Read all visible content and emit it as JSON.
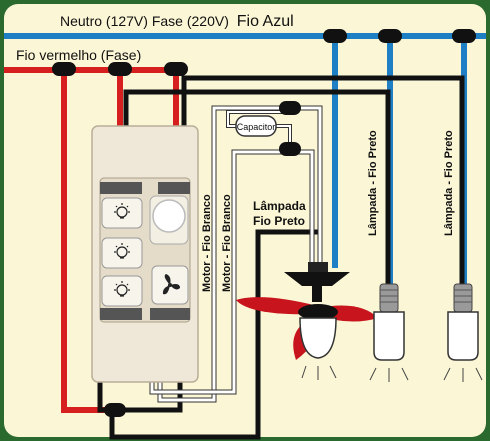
{
  "labels": {
    "neutral_line": "Neutro (127V) Fase (220V)",
    "neutral_line_suffix": "Fio Azul",
    "red_wire": "Fio vermelho (Fase)",
    "capacitor": "Capacitor",
    "motor_wire_1": "Motor - Fio Branco",
    "motor_wire_2": "Motor - Fio Branco",
    "lamp_line1": "Lâmpada",
    "lamp_line2": "Fio Preto",
    "lamp_wire_a": "Lâmpada - Fio Preto",
    "lamp_wire_b": "Lâmpada - Fio Preto"
  },
  "colors": {
    "background_outer": "#2b6a2f",
    "panel": "#fbf6d6",
    "blue_wire": "#1f7fc4",
    "red_wire": "#d62020",
    "black_wire": "#111111",
    "white_wire": "#ffffff",
    "switch_plate": "#efe8d8",
    "fan_blade": "#c8141c"
  },
  "icons": {
    "switch_light_1": "lightbulb-icon",
    "switch_light_2": "lightbulb-icon",
    "switch_light_3": "lightbulb-icon",
    "fan_switch": "fan-icon",
    "knob": "dimmer-knob-icon"
  }
}
